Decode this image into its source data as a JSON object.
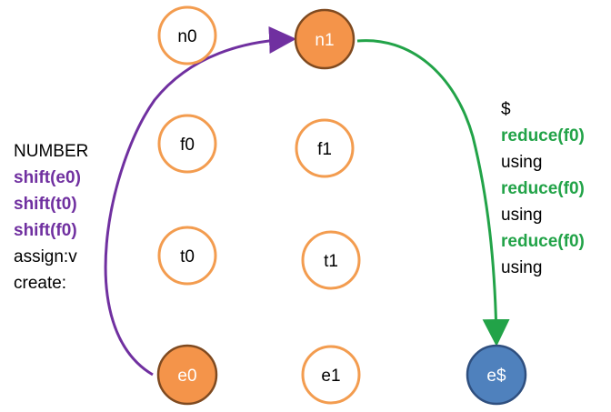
{
  "nodes": {
    "n0": "n0",
    "n1": "n1",
    "f0": "f0",
    "f1": "f1",
    "t0": "t0",
    "t1": "t1",
    "e0": "e0",
    "e1": "e1",
    "es": "e$"
  },
  "left_text": [
    "NUMBER",
    "shift(e0)",
    "shift(t0)",
    "shift(f0)",
    "assign:v",
    "create:"
  ],
  "right_text": [
    "$",
    "reduce(f0)",
    "using",
    "reduce(f0)",
    "using",
    "reduce(f0)",
    "using"
  ],
  "colors": {
    "node_border": "#F39C4F",
    "highlight_fill": "#F4944A",
    "highlight_border": "#7F4A20",
    "es_fill": "#4F81BD",
    "es_border": "#2F4F7F",
    "shift_color": "#7030A0",
    "reduce_color": "#22A348",
    "text": "#000000"
  }
}
